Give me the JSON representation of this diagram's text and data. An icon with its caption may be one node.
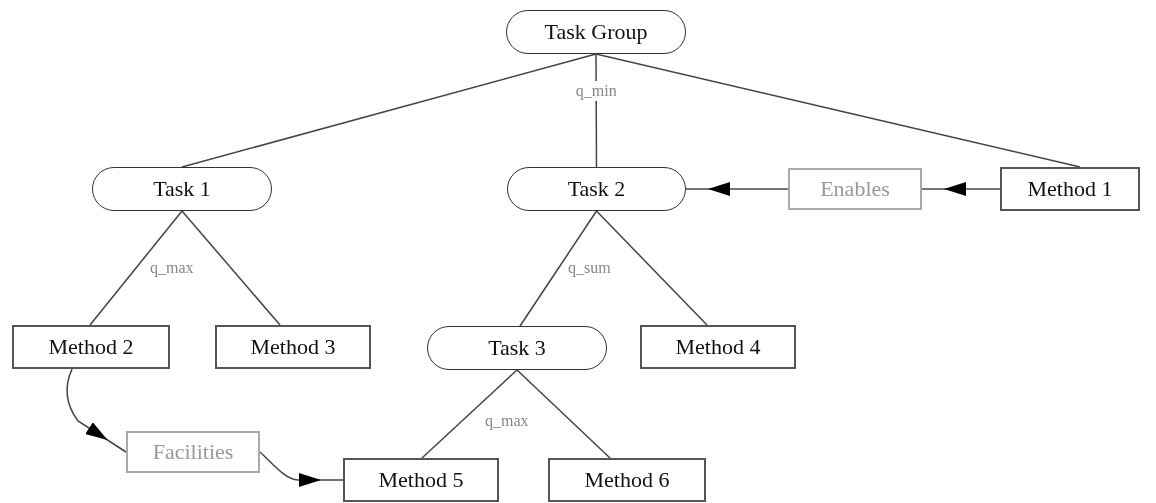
{
  "diagram": {
    "nodes": [
      {
        "text": [
          "Task Group"
        ]
      },
      {
        "text": [
          "Task 1"
        ]
      },
      {
        "text": [
          "Task 2"
        ]
      },
      {
        "text": [
          "Enables"
        ]
      },
      {
        "text": [
          "Method 1"
        ]
      },
      {
        "text": [
          "Method 2"
        ]
      },
      {
        "text": [
          "Method 3"
        ]
      },
      {
        "text": [
          "Task 3"
        ]
      },
      {
        "text": [
          "Method 4"
        ]
      },
      {
        "text": [
          "Facilities"
        ]
      },
      {
        "text": [
          "Method 5"
        ]
      },
      {
        "text": [
          "Method 6"
        ]
      }
    ],
    "edges": [
      {
        "from": 0,
        "to": 1,
        "arrow": "none"
      },
      {
        "from": 0,
        "to": 2,
        "arrow": "none",
        "label": "q_min"
      },
      {
        "from": 0,
        "to": 4,
        "arrow": "none"
      },
      {
        "from": 4,
        "to": 3,
        "arrow": "to"
      },
      {
        "from": 3,
        "to": 2,
        "arrow": "to"
      },
      {
        "from": 1,
        "to": 5,
        "arrow": "none"
      },
      {
        "from": 1,
        "to": 6,
        "arrow": "none"
      },
      {
        "from": 2,
        "to": 7,
        "arrow": "none"
      },
      {
        "from": 2,
        "to": 8,
        "arrow": "none"
      },
      {
        "from": 7,
        "to": 10,
        "arrow": "none"
      },
      {
        "from": 7,
        "to": 11,
        "arrow": "none"
      },
      {
        "from": 5,
        "to": 9,
        "arrow": "to"
      },
      {
        "from": 9,
        "to": 10,
        "arrow": "to"
      }
    ],
    "labels": [
      "q_max",
      "q_sum",
      "q_max"
    ]
  }
}
